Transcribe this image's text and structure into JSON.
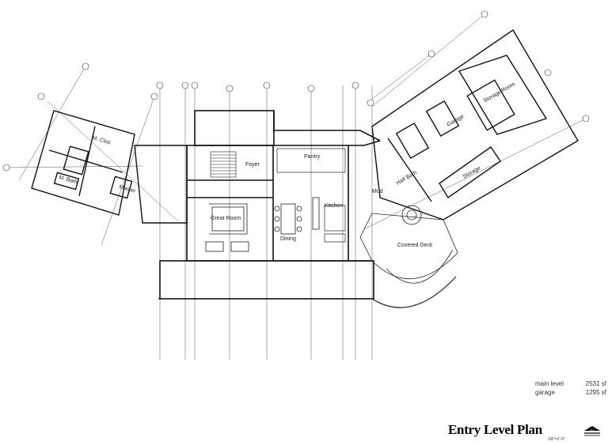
{
  "rooms": {
    "mclos": "M. Clos",
    "mbath": "M. Bath",
    "master": "Master",
    "foyer": "Foyer",
    "pantry": "Pantry",
    "great_room": "Great Room",
    "dining": "Dining",
    "kitchen": "Kitchen",
    "mud": "Mud",
    "half_bath": "Half Bath",
    "garage": "Garage",
    "storage": "Storage",
    "storage_above": "Storage Room",
    "covered_deck": "Covered Deck"
  },
  "area_summary": {
    "rows": [
      {
        "label": "main level",
        "value": "2531 sf"
      },
      {
        "label": "garage",
        "value": "1295 sf"
      }
    ]
  },
  "title_block": {
    "title": "Entry Level Plan",
    "scale": "1/8\"=1'-0\""
  },
  "icons": {
    "north_arrow": "north-arrow-icon"
  }
}
